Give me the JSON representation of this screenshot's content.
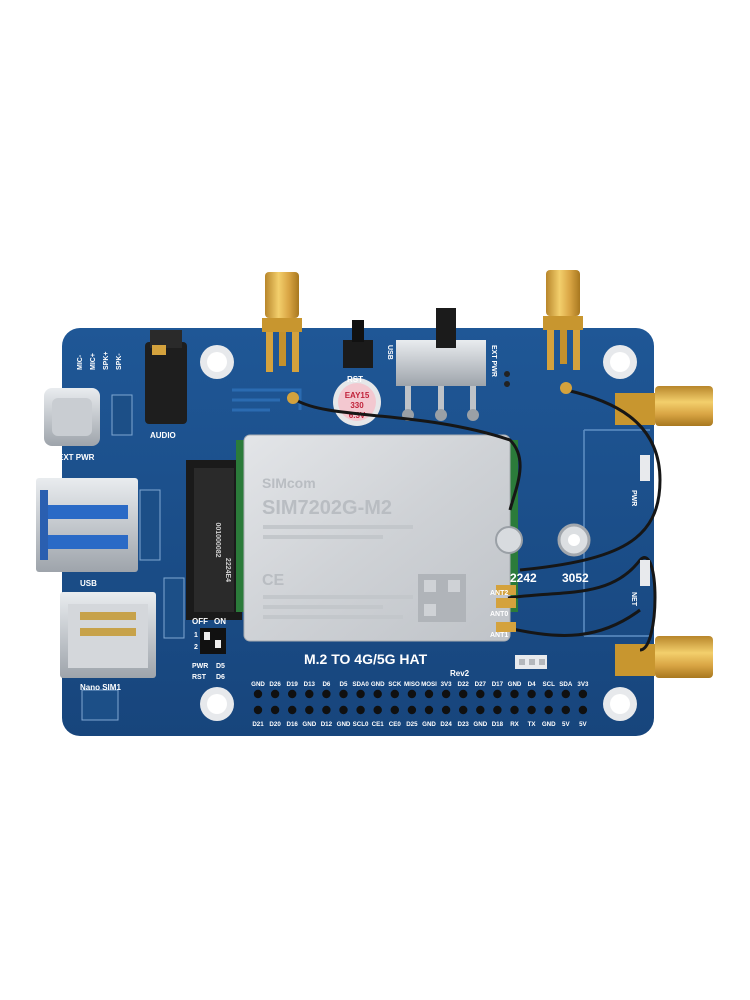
{
  "board": {
    "title": "M.2 TO 4G/5G HAT",
    "revision": "Rev2",
    "module": {
      "brand": "SIMcom",
      "model": "SIM7202G-M2",
      "slot_label": "2242",
      "mount_label": "3052"
    },
    "capacitor": {
      "line1": "EAY15",
      "line2": "330",
      "line3": "6.3V"
    },
    "ic_label": "2224E4",
    "connector_label": "001000082",
    "left_labels": {
      "mic_minus": "MIC-",
      "mic_plus": "MIC+",
      "spk_plus": "SPK+",
      "spk_minus": "SPK-",
      "audio": "AUDIO",
      "ext_pwr": "EXT PWR",
      "usb": "USB",
      "nano_sim": "Nano SIM1"
    },
    "top_labels": {
      "rst": "RST",
      "usb": "USB",
      "ext_pwr": "EXT PWR"
    },
    "right_labels": {
      "pwr": "PWR",
      "net": "NET"
    },
    "antenna_labels": [
      "ANT2",
      "ANT0",
      "ANT1"
    ],
    "switch": {
      "off": "OFF",
      "on": "ON",
      "pos1": "1",
      "pos2": "2",
      "pwr": "PWR",
      "d5": "D5",
      "rst": "RST",
      "d6": "D6"
    },
    "gpio_top": [
      "GND",
      "D26",
      "D19",
      "D13",
      "D6",
      "D5",
      "SDA0",
      "GND",
      "SCK",
      "MISO",
      "MOSI",
      "3V3",
      "D22",
      "D27",
      "D17",
      "GND",
      "D4",
      "SCL",
      "SDA",
      "3V3"
    ],
    "gpio_bottom": [
      "D21",
      "D20",
      "D16",
      "GND",
      "D12",
      "GND",
      "SCL0",
      "CE1",
      "CE0",
      "D25",
      "GND",
      "D24",
      "D23",
      "GND",
      "D18",
      "RX",
      "TX",
      "GND",
      "5V",
      "5V"
    ]
  }
}
